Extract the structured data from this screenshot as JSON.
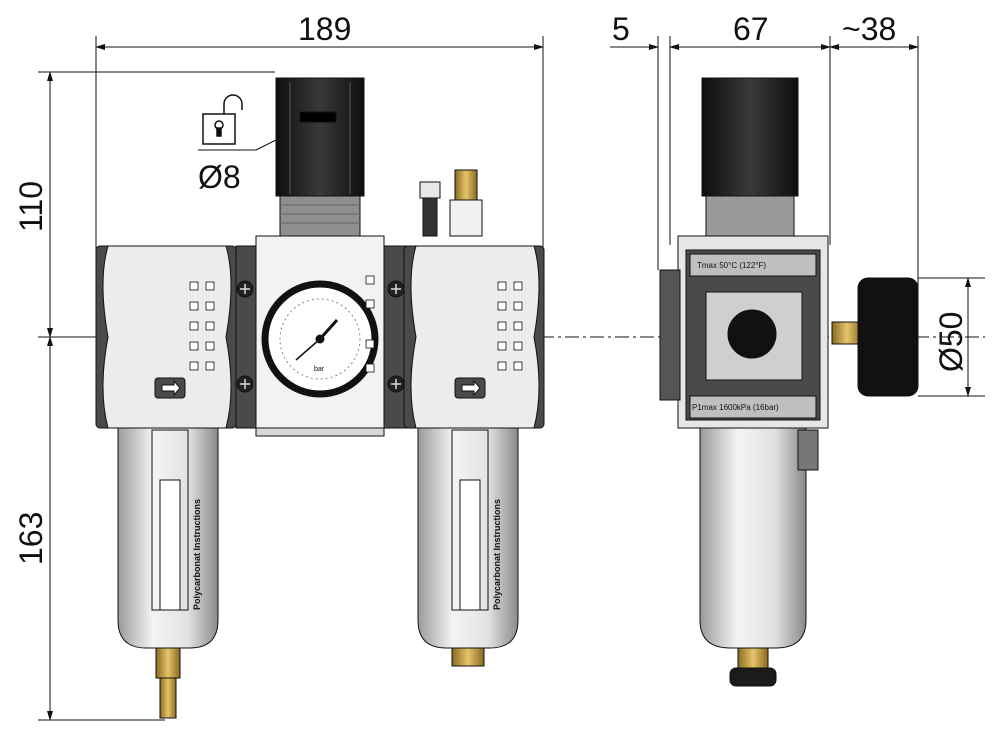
{
  "dimensions": {
    "width_total": "189",
    "height_top": "110",
    "height_bottom": "163",
    "side_offset": "5",
    "side_width": "67",
    "side_gauge": "~38",
    "gauge_dia": "Ø50",
    "lock_dia": "Ø8"
  },
  "labels": {
    "tmax": "Tmax 50°C (122°F)",
    "pmax": "P1max 1600kPa (16bar)",
    "bowl_text_1": "Polycarbonat Instructions",
    "bowl_text_2": "Polycarbonat Instructions",
    "gauge_unit": "bar"
  },
  "colors": {
    "line": "#111111",
    "body_dark": "#4a4a4a",
    "body_light": "#ececec",
    "knob": "#1b1b1b",
    "brass": "#c9a24a"
  }
}
